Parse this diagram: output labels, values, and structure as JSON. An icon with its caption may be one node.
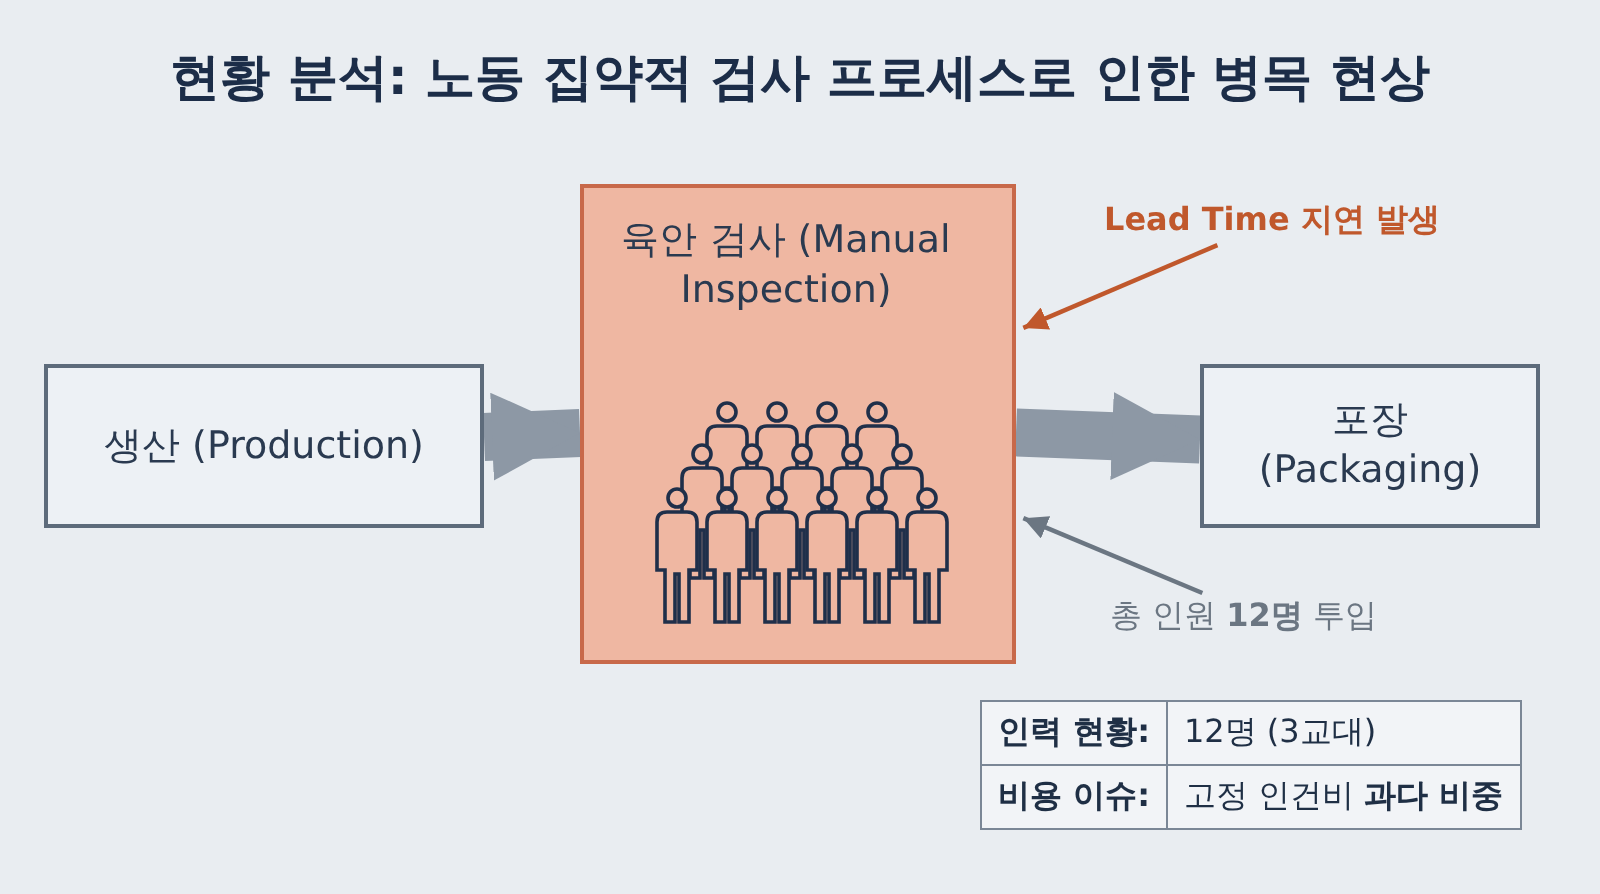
{
  "diagram": {
    "title": "현황 분석: 노동 집약적 검사 프로세스로 인한 병목 현상",
    "nodes": [
      {
        "text": [
          "생산 (Production)"
        ]
      },
      {
        "text": [
          "육안 검사 (Manual Inspection)"
        ]
      },
      {
        "text": [
          "포장 (Packaging)"
        ]
      },
      {
        "text": [
          "Lead Time 지연 발생"
        ]
      },
      {
        "text": [
          "총 인원 **12명** 투입"
        ]
      }
    ],
    "edges": [
      {
        "from": 0,
        "to": 1,
        "arrow": "to",
        "style": "thick"
      },
      {
        "from": 1,
        "to": 2,
        "arrow": "to",
        "style": "thick"
      },
      {
        "from": 3,
        "to": 1,
        "arrow": "to",
        "color": "#c0582c"
      },
      {
        "from": 4,
        "to": 1,
        "arrow": "to"
      }
    ],
    "labels": [
      "인력 현황:",
      "12명 (3교대)",
      "비용 이슈:",
      "고정 인건비 **과다 비중**"
    ]
  }
}
